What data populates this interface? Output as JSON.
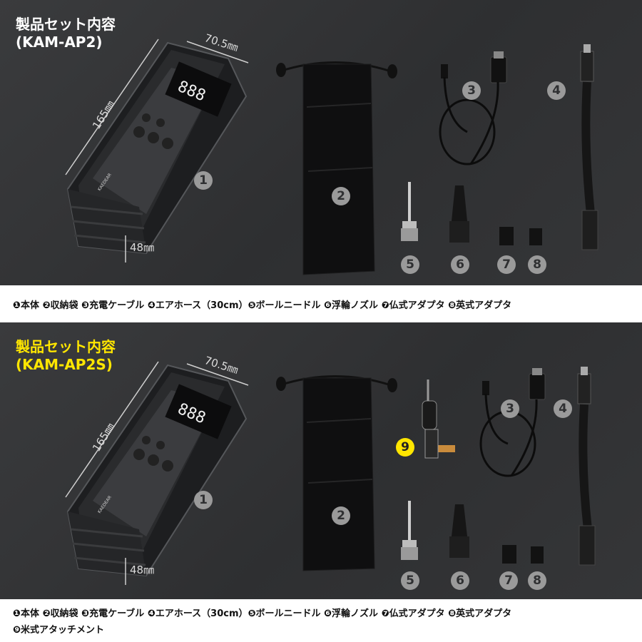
{
  "panel1": {
    "title_line1": "製品セット内容",
    "title_line2": "(KAM-AP2)",
    "dim_width": "70.5㎜",
    "dim_length": "165㎜",
    "dim_height": "48㎜",
    "brand": "KAEDEAR",
    "numbers": [
      "1",
      "2",
      "3",
      "4",
      "5",
      "6",
      "7",
      "8"
    ]
  },
  "caption1": "❶本体 ❷収納袋 ❸充電ケーブル ❹エアホース（30cm）❺ボールニードル ❻浮輪ノズル ❼仏式アダプタ ❽英式アダプタ",
  "panel2": {
    "title_line1": "製品セット内容",
    "title_line2": "(KAM-AP2S)",
    "dim_width": "70.5㎜",
    "dim_length": "165㎜",
    "dim_height": "48㎜",
    "brand": "KAEDEAR",
    "numbers": [
      "1",
      "2",
      "3",
      "4",
      "5",
      "6",
      "7",
      "8",
      "9"
    ]
  },
  "caption2_line1": "❶本体 ❷収納袋 ❸充電ケーブル ❹エアホース（30cm）❺ボールニードル ❻浮輪ノズル ❼仏式アダプタ ❽英式アダプタ",
  "caption2_line2": "❾米式アタッチメント",
  "colors": {
    "panel_bg": "#323335",
    "accent_yellow": "#ffe600",
    "badge_gray": "#9a9a9a"
  }
}
